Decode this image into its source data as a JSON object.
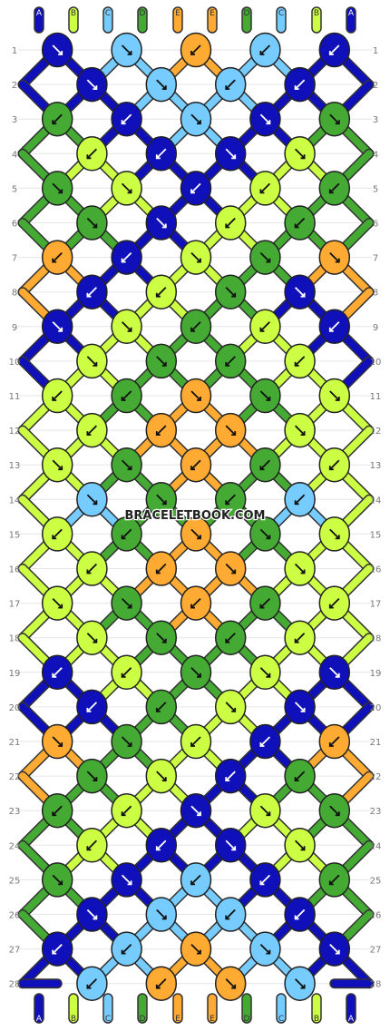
{
  "palette": {
    "A": "#1010bb",
    "B": "#ccff44",
    "C": "#77ccff",
    "D": "#44aa33",
    "E": "#ffaa33"
  },
  "top_labels": [
    "A",
    "B",
    "C",
    "D",
    "E",
    "E",
    "D",
    "C",
    "B",
    "A"
  ],
  "bottom_labels": [
    "A",
    "B",
    "C",
    "D",
    "E",
    "E",
    "D",
    "C",
    "B",
    "A"
  ],
  "row_numbers": [
    "1",
    "2",
    "3",
    "4",
    "5",
    "6",
    "7",
    "8",
    "9",
    "10",
    "11",
    "12",
    "13",
    "14",
    "15",
    "16",
    "17",
    "18",
    "19",
    "20",
    "21",
    "22",
    "23",
    "24",
    "25",
    "26",
    "27",
    "28"
  ],
  "watermark": "BRACELETBOOK.COM",
  "knots": [
    [
      "A",
      "C",
      "E",
      "C",
      "A"
    ],
    [
      "A",
      "C",
      "C",
      "A"
    ],
    [
      "D",
      "A",
      "C",
      "A",
      "D"
    ],
    [
      "B",
      "A",
      "A",
      "B"
    ],
    [
      "D",
      "B",
      "A",
      "B",
      "D"
    ],
    [
      "D",
      "A",
      "B",
      "D"
    ],
    [
      "E",
      "A",
      "B",
      "D",
      "E"
    ],
    [
      "A",
      "B",
      "D",
      "A"
    ],
    [
      "A",
      "B",
      "D",
      "B",
      "A"
    ],
    [
      "B",
      "D",
      "D",
      "B"
    ],
    [
      "B",
      "D",
      "E",
      "D",
      "B"
    ],
    [
      "B",
      "E",
      "E",
      "B"
    ],
    [
      "B",
      "D",
      "E",
      "D",
      "B"
    ],
    [
      "C",
      "D",
      "D",
      "C"
    ],
    [
      "B",
      "D",
      "E",
      "D",
      "B"
    ],
    [
      "B",
      "E",
      "E",
      "B"
    ],
    [
      "B",
      "D",
      "E",
      "D",
      "B"
    ],
    [
      "B",
      "D",
      "D",
      "B"
    ],
    [
      "A",
      "B",
      "D",
      "B",
      "A"
    ],
    [
      "A",
      "D",
      "B",
      "A"
    ],
    [
      "E",
      "D",
      "B",
      "A",
      "E"
    ],
    [
      "D",
      "B",
      "A",
      "D"
    ],
    [
      "D",
      "B",
      "A",
      "B",
      "D"
    ],
    [
      "B",
      "A",
      "A",
      "B"
    ],
    [
      "D",
      "A",
      "C",
      "A",
      "D"
    ],
    [
      "A",
      "C",
      "C",
      "A"
    ],
    [
      "A",
      "C",
      "E",
      "C",
      "A"
    ],
    [
      "C",
      "E",
      "E",
      "C"
    ]
  ]
}
